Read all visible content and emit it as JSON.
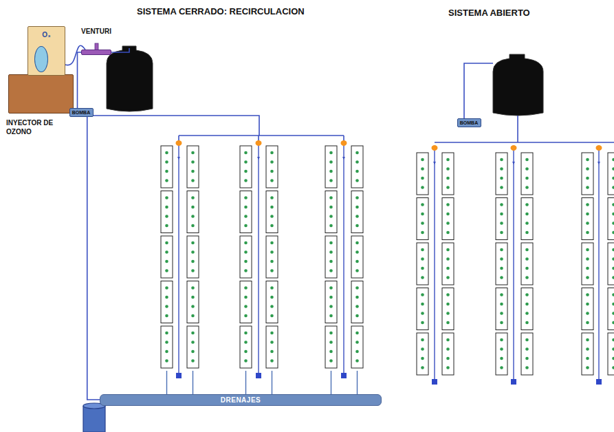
{
  "diagram": {
    "nodes": [
      {
        "text": [
          "INYECTOR DE OZONO"
        ]
      },
      {
        "text": [
          "O₃"
        ]
      },
      {
        "text": [
          "VENTURI"
        ]
      },
      {
        "text": [
          "BOMBA"
        ]
      },
      {
        "text": [
          "DRENAJES"
        ]
      },
      {
        "text": [
          "BOMBA"
        ]
      }
    ],
    "edges": [
      {
        "from": 1,
        "to": 2,
        "arrow": "none"
      },
      {
        "from": 2,
        "to": 3,
        "arrow": "none"
      },
      {
        "from": 4,
        "to": 3,
        "arrow": "none"
      }
    ],
    "labels": [
      "SISTEMA CERRADO: RECIRCULACION",
      "SISTEMA ABIERTO"
    ]
  }
}
